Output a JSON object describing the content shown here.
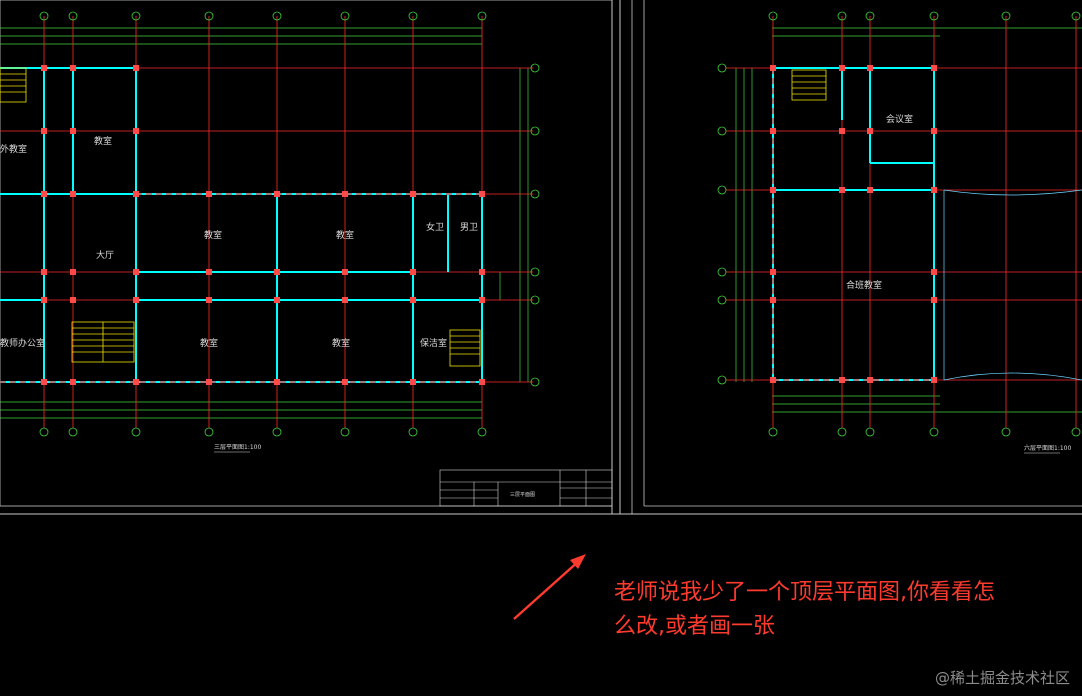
{
  "rooms_left": {
    "classroom_a": "教室",
    "classroom_b": "教室",
    "classroom_c": "教室",
    "classroom_d": "教室",
    "classroom_e": "教室",
    "office_left": "外教室",
    "lobby": "大厅",
    "teacher_office": "教师办公室",
    "women_toilet": "女卫",
    "men_toilet": "男卫",
    "custodian": "保洁室"
  },
  "rooms_right": {
    "meeting": "会议室",
    "multipurpose": "合班教室"
  },
  "drawing_captions": {
    "left": "三层平面图1:100",
    "right": "六层平面图1:100"
  },
  "title_block": {
    "drawing_name": "三层平面图"
  },
  "annotation": {
    "line1": "老师说我少了一个顶层平面图,你看看怎",
    "line2": "么改,或者画一张"
  },
  "watermark": "@稀土掘金技术社区",
  "colors": {
    "background": "#000000",
    "axis": "#ff2a2a",
    "wall": "#00ffff",
    "dimension": "#3fd43f",
    "frame": "#00d0d0",
    "stair": "#f2e200",
    "annotation": "#ff3b30"
  }
}
